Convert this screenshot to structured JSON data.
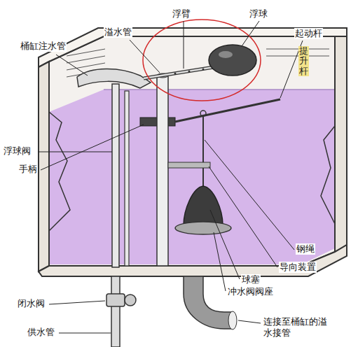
{
  "diagram": {
    "labels": [
      "浮臂",
      "浮球",
      "溢水管",
      "起动杆",
      "桶缸注水管",
      "提升杆",
      "浮球阀",
      "手柄",
      "钢绳",
      "导向装置",
      "球塞",
      "冲水阀阀座",
      "闭水阀",
      "供水管",
      "连接至桶缸的溢水接管"
    ]
  }
}
